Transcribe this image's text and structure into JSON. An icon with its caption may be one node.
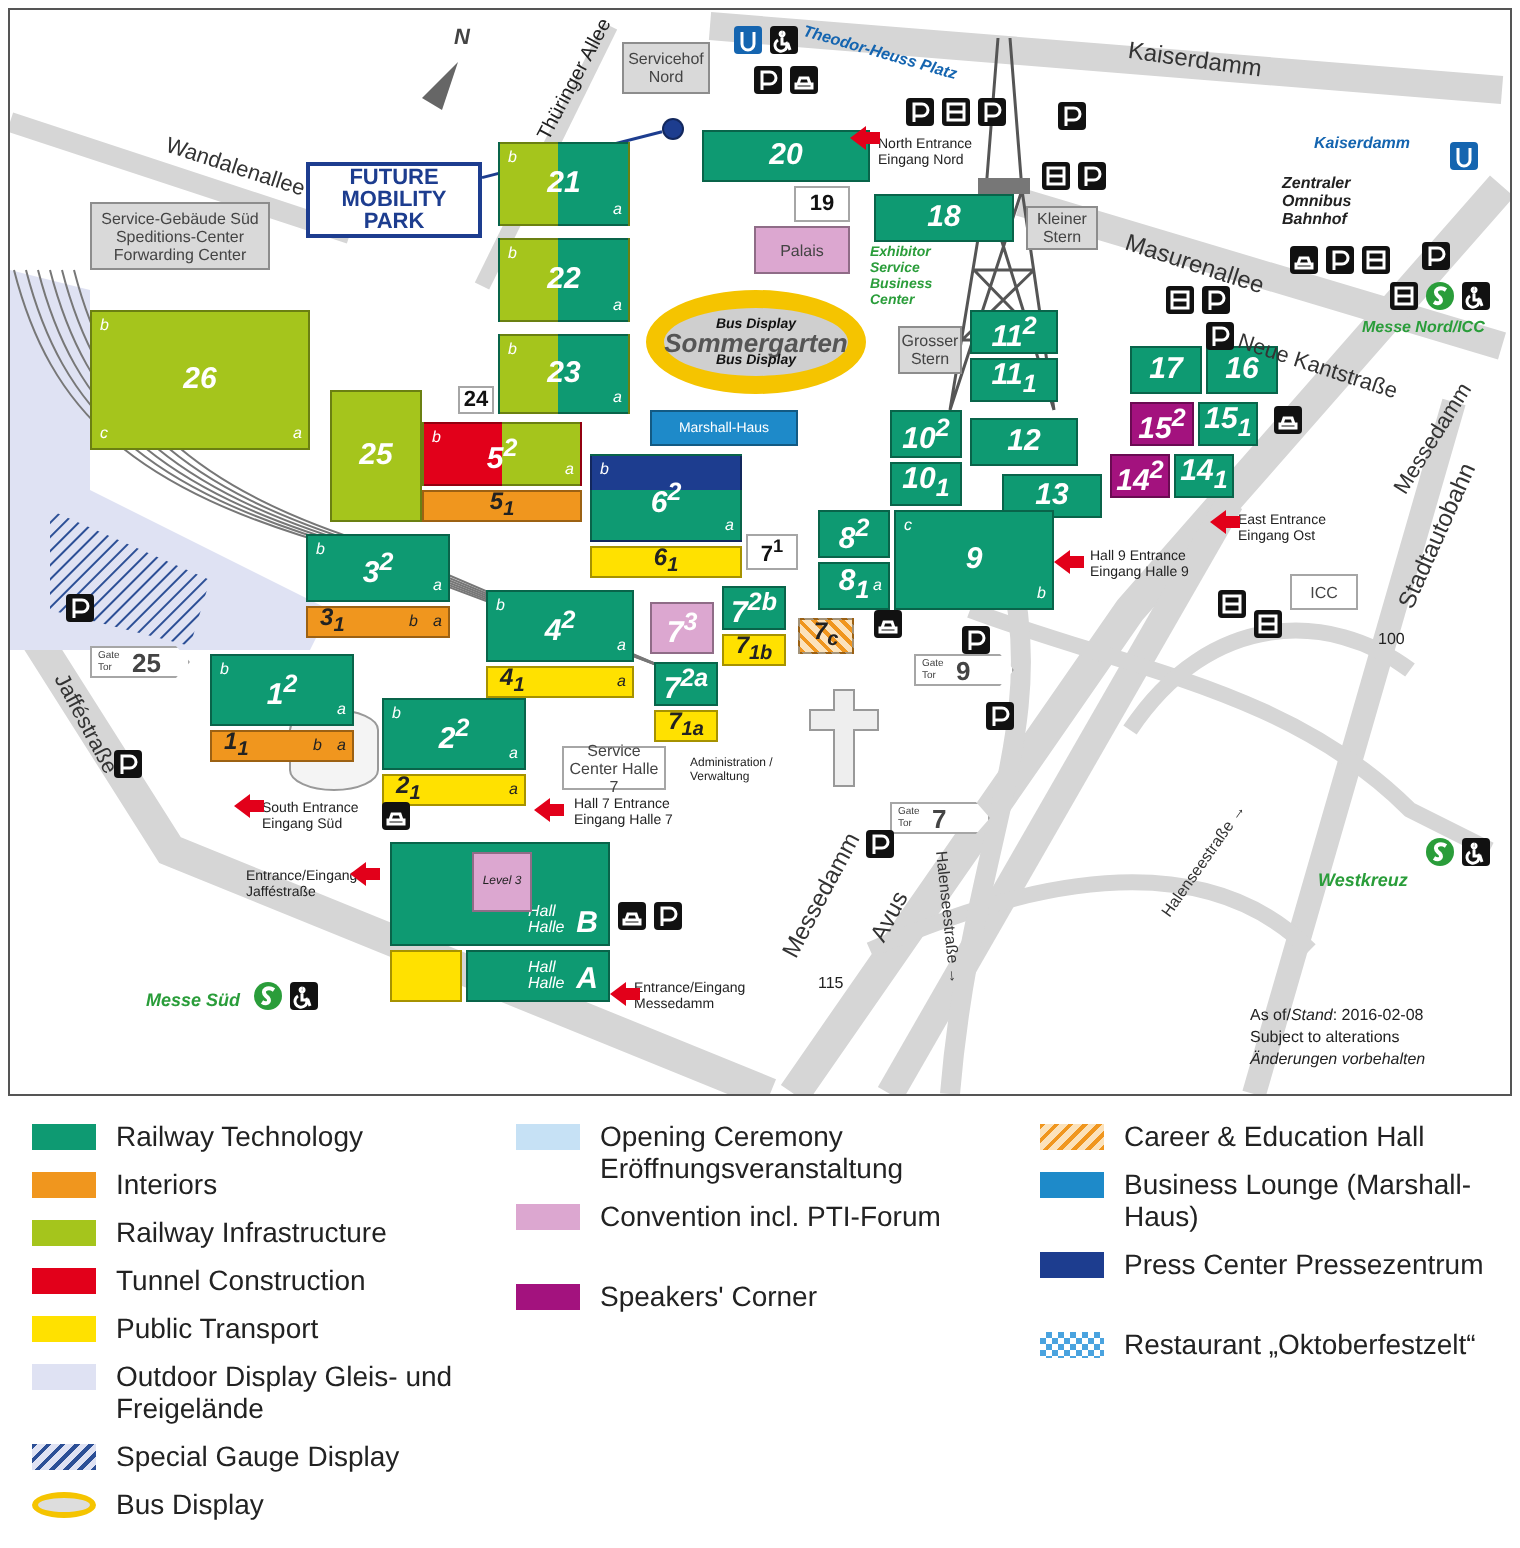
{
  "diagram": {
    "nodes": [
      {
        "text": [
          "Servicehof Nord"
        ]
      },
      {
        "text": [
          "FUTURE MOBILITY PARK"
        ]
      },
      {
        "text": [],
        "shape": "circle"
      },
      {
        "text": [
          "20"
        ]
      },
      {
        "text": [
          "19"
        ]
      },
      {
        "text": [
          "Palais"
        ]
      },
      {
        "text": [
          "18"
        ]
      },
      {
        "text": [
          "Kleiner Stern"
        ]
      },
      {
        "text": [
          "21",
          "b",
          "a"
        ]
      },
      {
        "text": [
          "22",
          "b",
          "a"
        ]
      },
      {
        "text": [
          "23",
          "b",
          "a"
        ]
      },
      {
        "text": [
          "24"
        ]
      },
      {
        "text": [
          "Service-Gebäude Süd",
          "Speditions-Center Forwarding Center"
        ]
      },
      {
        "text": [
          "26",
          "b",
          "a",
          "c"
        ]
      },
      {
        "text": [
          "25"
        ]
      },
      {
        "text": [
          "Bus Display",
          "Sommergarten",
          "Bus Display"
        ]
      },
      {
        "text": [
          "Marshall-Haus"
        ]
      },
      {
        "text": [
          "Grosser Stern"
        ]
      },
      {
        "text": [
          "11$^{2}$"
        ]
      },
      {
        "text": [
          "11$_{1}$"
        ]
      },
      {
        "text": [
          "17"
        ]
      },
      {
        "text": [
          "16"
        ]
      },
      {
        "text": [
          "15$^{2}$"
        ]
      },
      {
        "text": [
          "15$_{1}$"
        ]
      },
      {
        "text": [
          "14$^{2}$"
        ]
      },
      {
        "text": [
          "14$_{1}$"
        ]
      },
      {
        "text": [
          "12"
        ]
      },
      {
        "text": [
          "13"
        ]
      },
      {
        "text": [
          "10$^{2}$"
        ]
      },
      {
        "text": [
          "10$_{1}$"
        ]
      },
      {
        "text": [
          "8$^{2}$"
        ]
      },
      {
        "text": [
          "8$_{1}$",
          "a"
        ]
      },
      {
        "text": [
          "9",
          "c",
          "b"
        ]
      },
      {
        "text": [
          "5$^{2}$",
          "b",
          "a"
        ]
      },
      {
        "text": [
          "5$_{1}$"
        ]
      },
      {
        "text": [
          "6$^{2}$",
          "b",
          "a"
        ]
      },
      {
        "text": [
          "6$_{1}$"
        ]
      },
      {
        "text": [
          "3$^{2}$",
          "b",
          "a"
        ]
      },
      {
        "text": [
          "3$_{1}$",
          "b",
          "a"
        ]
      },
      {
        "text": [
          "4$^{2}$",
          "b",
          "a"
        ]
      },
      {
        "text": [
          "4$_{1}$",
          "a"
        ]
      },
      {
        "text": [
          "1$^{2}$",
          "b",
          "a"
        ]
      },
      {
        "text": [
          "1$_{1}$",
          "b",
          "a"
        ]
      },
      {
        "text": [
          "2$^{2}$",
          "b",
          "a"
        ]
      },
      {
        "text": [
          "2$_{1}$",
          "a"
        ]
      },
      {
        "text": [
          "7$^{1}$"
        ]
      },
      {
        "text": [
          "7$_{c}$"
        ]
      },
      {
        "text": [
          "7$^{2b}$"
        ]
      },
      {
        "text": [
          "7$_{1b}$"
        ]
      },
      {
        "text": [
          "7$^{3}$"
        ]
      },
      {
        "text": [
          "7$^{2a}$"
        ]
      },
      {
        "text": [
          "7$_{1a}$"
        ]
      },
      {
        "text": [
          "Service Center Halle 7"
        ]
      },
      {
        "text": [
          "Hall Halle",
          "B"
        ]
      },
      {
        "text": [
          "Level 3"
        ],
        "in": 53
      },
      {
        "text": [],
        "shape": "box"
      },
      {
        "text": [
          "Hall Halle",
          "A"
        ]
      },
      {
        "text": [
          "Gate Tor",
          "25"
        ]
      },
      {
        "text": [
          "Gate Tor",
          "9"
        ]
      },
      {
        "text": [
          "Gate Tor",
          "7"
        ]
      },
      {
        "text": [
          "ICC"
        ]
      }
    ],
    "edges": [
      {
        "from": 1,
        "to": 2,
        "arrow": "none"
      }
    ],
    "labels": [
      "N",
      "Theodor-Heuss Platz",
      "Kaiserdamm",
      "Kaiserdamm",
      "Masurenallee",
      "Zentraler Omnibus Bahnhof",
      "North Entrance Eingang Nord",
      "Thüringer Allee",
      "Wandalenallee",
      "Exhibitor Service Business Center",
      "Messe Nord/ICC",
      "Neue Kantstraße",
      "Messedamm",
      "East Entrance Eingang Ost",
      "Stadtautobahn",
      "100",
      "Hall 9 Entrance Eingang Halle 9",
      "Administration / Verwaltung",
      "Hall 7 Entrance Eingang Halle 7",
      "South Entrance Eingang Süd",
      "Jafféstraße",
      "Entrance/Eingang Jafféstraße",
      "Messedamm",
      "115",
      "Avus",
      "Entrance/Eingang Messedamm",
      "Halenseestraße →",
      "Halenseestraße →",
      "Westkreuz",
      "Messe Süd",
      "As of/*Stand*: 2016-02-08",
      "Subject to alterations",
      "Änderungen vorbehalten"
    ],
    "legend": [
      {
        "text": "Railway Technology",
        "color": "#0e9a72"
      },
      {
        "text": "Interiors",
        "color": "#f0961e"
      },
      {
        "text": "Railway Infrastructure",
        "color": "#a5c51c"
      },
      {
        "text": "Tunnel Construction",
        "color": "#e2001a"
      },
      {
        "text": "Public Transport",
        "color": "#ffe100"
      },
      {
        "text": "Outdoor Display Gleis- und Freigelände",
        "color": "#dfe2f3"
      },
      {
        "text": "Special Gauge Display"
      },
      {
        "text": "Bus Display"
      },
      {
        "text": "Opening Ceremony Eröffnungsveranstaltung",
        "color": "#c6e1f5"
      },
      {
        "text": "Convention incl. PTI-Forum",
        "color": "#dca7d0"
      },
      {
        "text": "Speakers' Corner",
        "color": "#a3127e"
      },
      {
        "text": "Career & Education Hall"
      },
      {
        "text": "Business Lounge (Marshall-Haus)",
        "color": "#1e8ac9"
      },
      {
        "text": "Press Center Pressezentrum",
        "color": "#1d3d8f"
      },
      {
        "text": "Restaurant „Oktoberfestzelt“"
      }
    ]
  }
}
